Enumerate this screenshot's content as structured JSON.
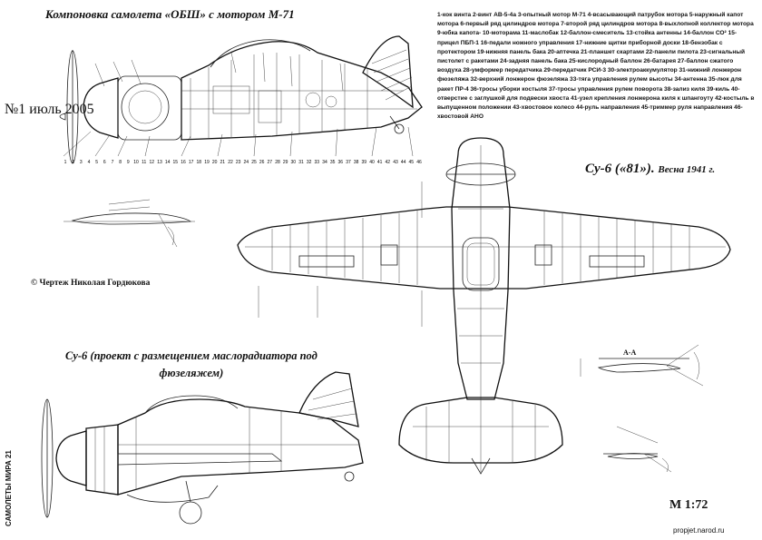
{
  "magazine": {
    "side_top": "№1 июль 2005",
    "side_bottom": "САМОЛЕТЫ МИРА  21"
  },
  "title_obsh": "Компоновка самолета «ОБШ» с мотором М-71",
  "legend_text": "1-кок винта 2-винт АВ-5-4а 3-опытный мотор М-71 4-всасывающий патрубок мотора 5-наружный капот мотора 6-первый ряд цилиндров мотора 7-второй ряд цилиндров мотора 8-выхлопной коллектор мотора 9-юбка капота- 10-моторама 11-маслобак 12-баллон-смеситель 13-стойка антенны 14-баллон СО² 15-прицел ПБП-1 16-педали ножного управления 17-нижние щитки приборной доски 18-бензобак с протектором 19-нижняя панель бака 20-аптечка 21-планшет скартами 22-панели пилота 23-сигнальный пистолет с ракетами 24-задняя панель бака 25-кислородный баллон 26-батарея 27-баллон сжатого воздуха 28-умформер передатчика 29-передатчик РСИ-3 30-электроаккумулятор 31-нижний лонжерон фюзеляжа 32-верхний лонжерон фюзеляжа 33-тяга управления рулем высоты 34-антенна 35-люк для ракет ПР-4 36-тросы уборки костыля 37-тросы управления рулем поворота 38-зализ киля 39-киль 40-отверстие с заглушкой для подвески хвоста 41-узел крепления лонжерона киля к шпангоуту 42-костыль в выпущенном положении 43-хвостовое колесо 44-руль направления 45-триммер руля направления 46-хвостовой АНО",
  "su6_81_title": "Су-6 («81»).",
  "su6_81_sub": "Весна 1941 г.",
  "author": "© Чертеж Николая Гордюкова",
  "project_title_line1": "Су-6 (проект с размещением маслорадиатора под",
  "project_title_line2": "фюзеляжем)",
  "section_label": "А-А",
  "scale": "М 1:72",
  "site": "propjet.narod.ru",
  "side_numbers_bottom": [
    "1",
    "2",
    "3",
    "4",
    "5",
    "6",
    "7",
    "8",
    "9",
    "10",
    "11",
    "12",
    "13",
    "14",
    "15",
    "16",
    "17",
    "18",
    "19",
    "20",
    "21",
    "22",
    "23",
    "24",
    "25",
    "26",
    "27",
    "28",
    "29",
    "30",
    "31",
    "32",
    "33",
    "34",
    "35",
    "36",
    "37",
    "38",
    "39",
    "40",
    "41",
    "42",
    "43",
    "44",
    "45",
    "46"
  ]
}
